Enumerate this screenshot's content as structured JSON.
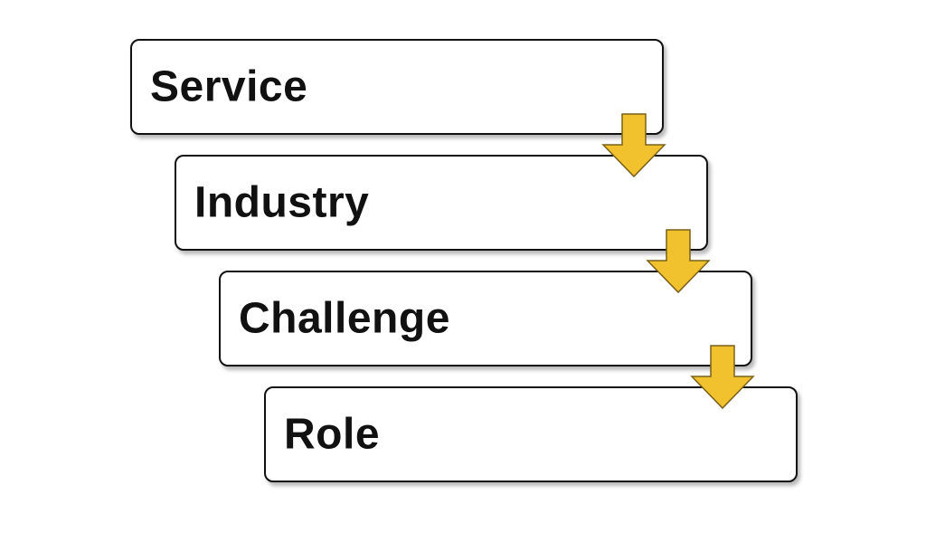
{
  "diagram": {
    "steps": [
      {
        "label": "Service"
      },
      {
        "label": "Industry"
      },
      {
        "label": "Challenge"
      },
      {
        "label": "Role"
      }
    ],
    "colors": {
      "arrow_fill": "#F2C12E",
      "arrow_stroke": "#7A6018",
      "box_border": "#111111",
      "box_fill": "#ffffff",
      "text": "#111111"
    }
  }
}
